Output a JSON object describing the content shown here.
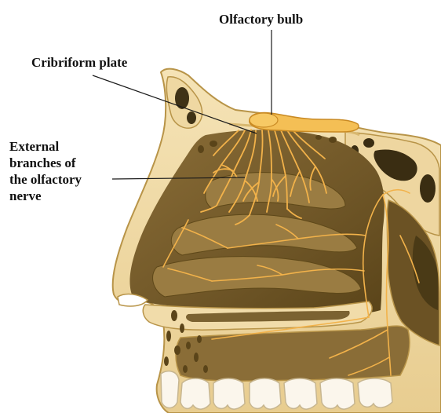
{
  "labels": {
    "olfactory_bulb": "Olfactory bulb",
    "cribriform_plate": "Cribriform plate",
    "external_branches": [
      "External",
      "branches of",
      "the olfactory",
      "nerve"
    ]
  },
  "colors": {
    "bone": "#f1dcaa",
    "bone_edge": "#b89448",
    "cavity": "#7b6231",
    "cavity_dark": "#574318",
    "turbinate": "#96793f",
    "nerve": "#f2b24a",
    "bulb": "#f4bf55",
    "teeth": "#fbf6ec",
    "leader": "#1a1a1a"
  }
}
